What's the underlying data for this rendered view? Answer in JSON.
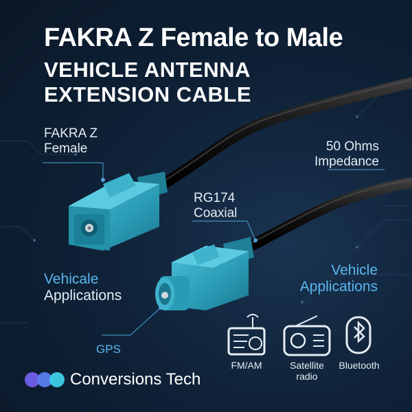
{
  "title": {
    "line1": "FAKRA Z Female to Male",
    "line2": "VEHICLE ANTENNA",
    "line3": "EXTENSION CABLE"
  },
  "labels": {
    "fakra_line1": "FAKRA Z",
    "fakra_line2": "Female",
    "ohms_line1": "50 Ohms",
    "ohms_line2": "Impedance",
    "rg_line1": "RG174",
    "rg_line2": "Coaxial",
    "vehicle_right_line1": "Vehicle",
    "vehicle_right_line2": "Applications",
    "vehicle_left_line1": "Vehicale",
    "vehicle_left_line2": "Applications",
    "gps": "GPS"
  },
  "icons": [
    {
      "name": "fm-am-icon",
      "label": "FM/AM"
    },
    {
      "name": "satellite-radio-icon",
      "label_line1": "Satellite",
      "label_line2": "radio"
    },
    {
      "name": "bluetooth-icon",
      "label": "Bluetooth"
    }
  ],
  "brand": {
    "name": "Conversions Tech"
  },
  "colors": {
    "connector": "#2a9bb5",
    "accent_blue": "#5ab8f0",
    "cable": "#1a1a1a",
    "background": "#0f2238"
  }
}
